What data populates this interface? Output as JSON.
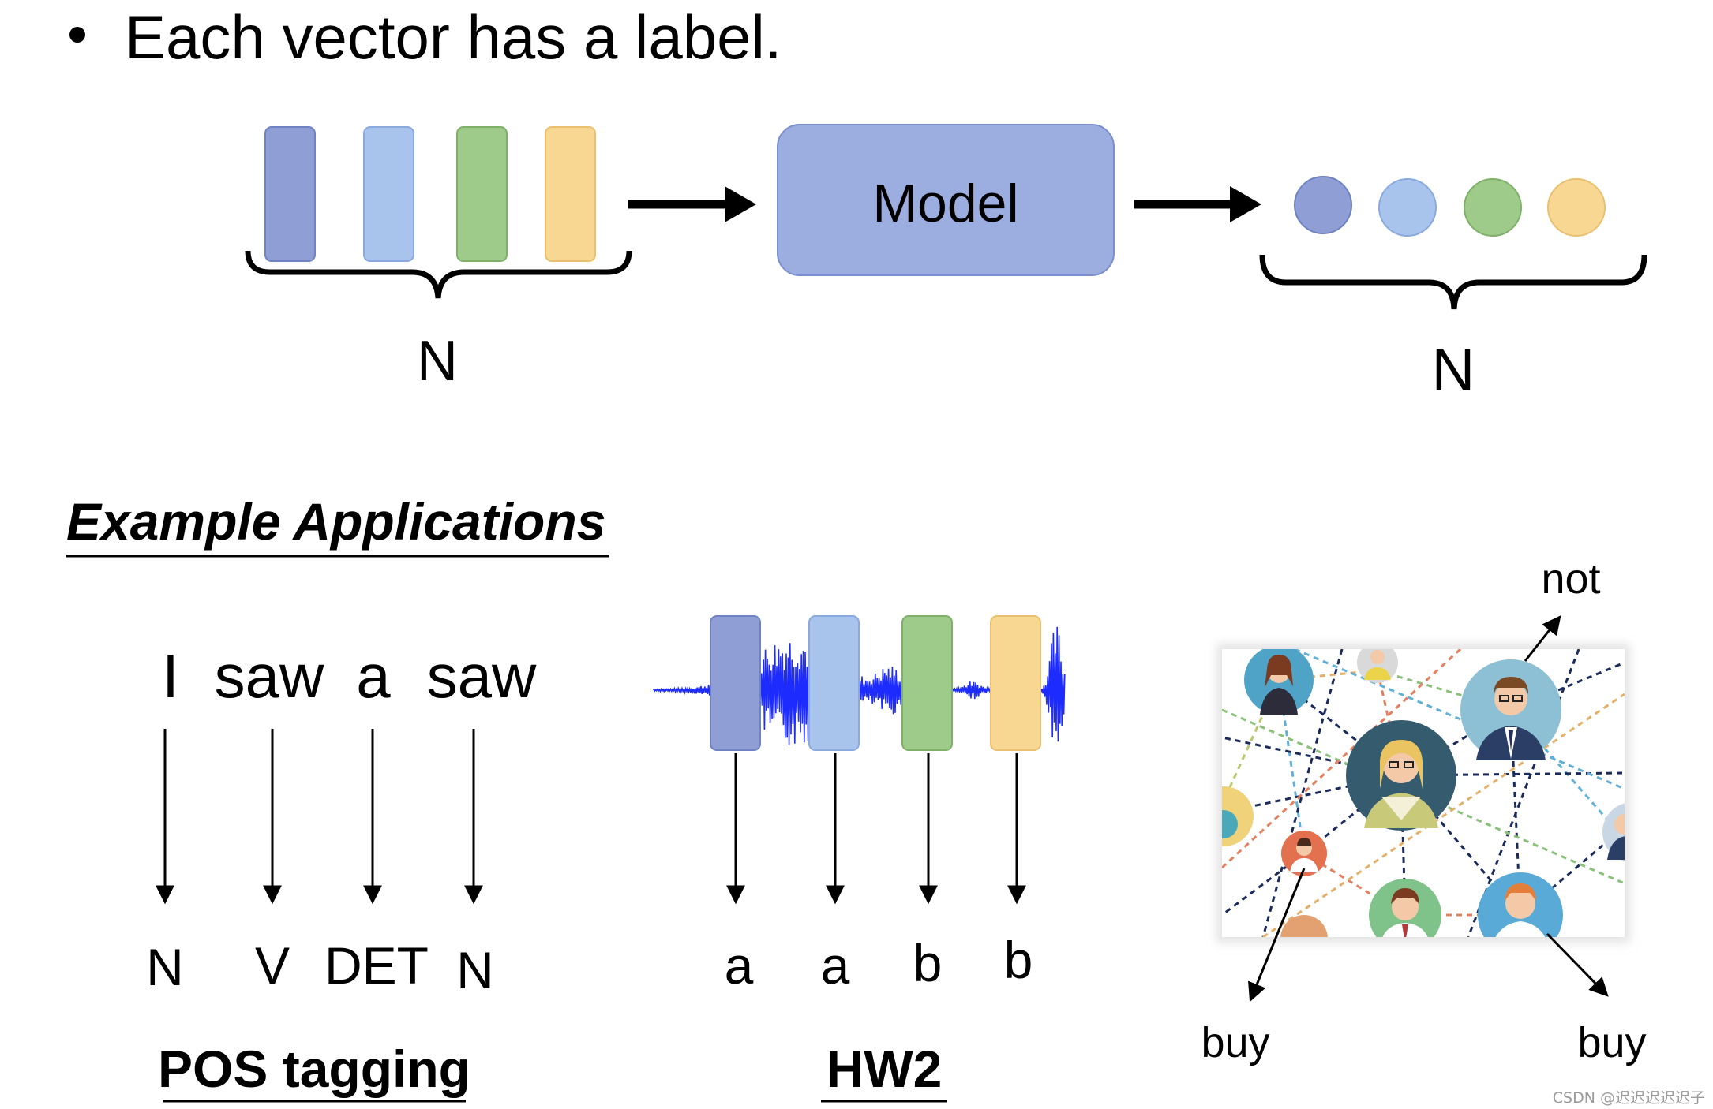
{
  "slide": {
    "bullet": "Each vector has a label.",
    "model_label": "Model",
    "input_count_label": "N",
    "output_count_label": "N",
    "colors": {
      "vec_blue_dark": "#8f9fd6",
      "vec_blue_light": "#a9c4ec",
      "vec_green": "#9fcb8a",
      "vec_yellow": "#f8d792",
      "model_fill": "#9caee0"
    }
  },
  "examples": {
    "heading": "Example Applications",
    "pos": {
      "words": [
        "I",
        "saw",
        "a",
        "saw"
      ],
      "tags": [
        "N",
        "V",
        "DET",
        "N"
      ],
      "caption": "POS tagging"
    },
    "hw2": {
      "labels": [
        "a",
        "a",
        "b",
        "b"
      ],
      "caption": "HW2"
    },
    "graph": {
      "labels": {
        "top": "not",
        "bottom_left": "buy",
        "bottom_right": "buy"
      }
    }
  },
  "watermark": "CSDN @迟迟迟迟迟子"
}
